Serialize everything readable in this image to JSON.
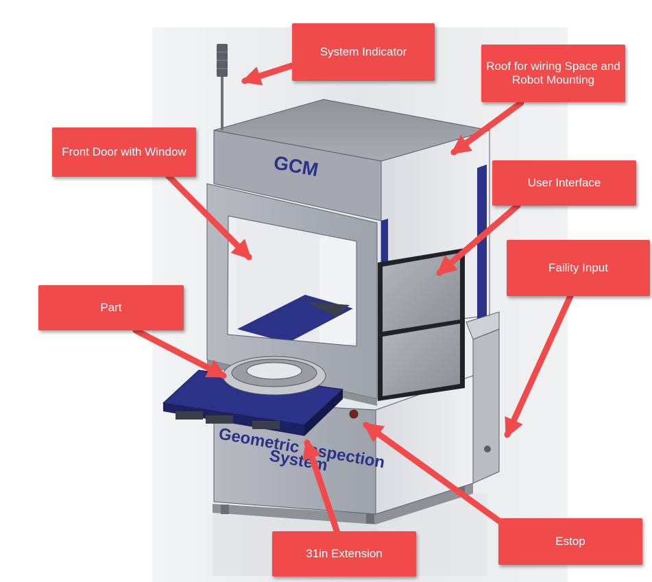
{
  "machine": {
    "logo_text": "GCM",
    "side_lettering": [
      "Geometric Inspection",
      "System"
    ]
  },
  "callouts": {
    "system_indicator": "System Indicator",
    "roof": "Roof for wiring Space and Robot Mounting",
    "front_door": "Front Door with Window",
    "user_interface": "User Interface",
    "facility_input": "Faility Input",
    "part": "Part",
    "estop": "Estop",
    "extension": "31in Extension"
  },
  "colors": {
    "callout": "#f04a4a",
    "frame_steel": "#a7abb4",
    "blue_frame": "#2a3387"
  }
}
